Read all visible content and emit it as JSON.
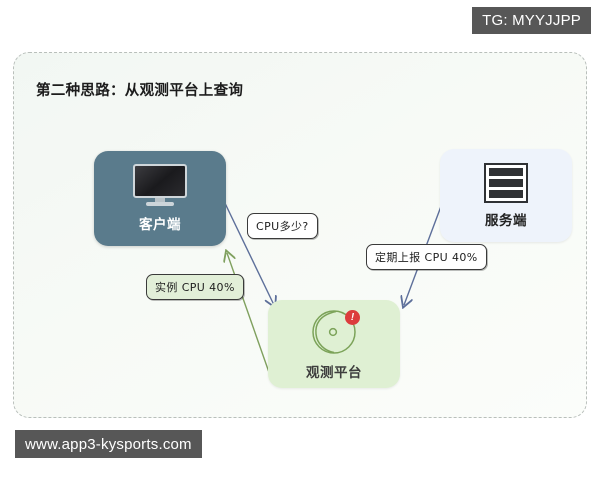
{
  "watermarks": {
    "telegram": "TG: MYYJJPP",
    "site": "www.app3-kysports.com"
  },
  "panel": {
    "title": "第二种思路：从观测平台上查询",
    "border_color": "#b9bfbb",
    "background_color": "#f4f8f4"
  },
  "nodes": [
    {
      "id": "client",
      "label": "客户端",
      "icon": "monitor-icon",
      "fill": "#5a7b8c",
      "text_color": "#ffffff"
    },
    {
      "id": "server",
      "label": "服务端",
      "icon": "server-rack-icon",
      "fill": "#eef3fb",
      "text_color": "#232323"
    },
    {
      "id": "platform",
      "label": "观测平台",
      "icon": "gauge-radar-icon",
      "fill": "#dff0d3",
      "text_color": "#3d3d3d",
      "badge": "!",
      "badge_color": "#dc3c3c"
    }
  ],
  "edges": [
    {
      "id": "client-to-platform",
      "label": "CPU多少?",
      "from": "client",
      "to": "platform",
      "color": "#5d6f9a",
      "label_background": "#ffffff"
    },
    {
      "id": "platform-to-client",
      "label": "实例 CPU 40%",
      "from": "platform",
      "to": "client",
      "color": "#7fa05e",
      "label_background": "#e2efd8"
    },
    {
      "id": "server-to-platform",
      "label": "定期上报 CPU 40%",
      "from": "server",
      "to": "platform",
      "color": "#5d6f9a",
      "label_background": "#ffffff"
    }
  ]
}
